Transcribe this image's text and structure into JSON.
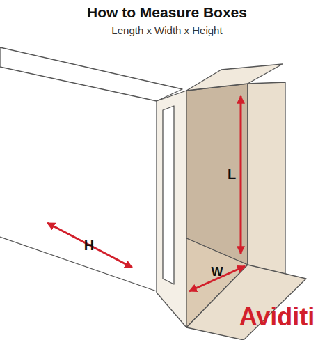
{
  "diagram": {
    "title": "How to Measure Boxes",
    "labels": [
      "Length x Width x Height",
      "L",
      "W",
      "H",
      "Aviditi"
    ]
  }
}
